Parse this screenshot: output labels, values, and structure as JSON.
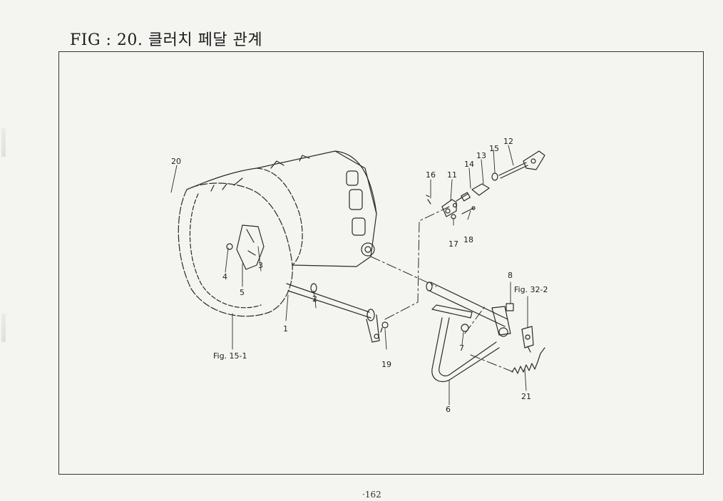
{
  "title": "FIG : 20. 클러치 페달 관계",
  "page_number": "·162",
  "callouts": {
    "c1": "1",
    "c2": "2",
    "c3": "3",
    "c4": "4",
    "c5": "5",
    "c6": "6",
    "c7": "7",
    "c8": "8",
    "c11": "11",
    "c12": "12",
    "c13": "13",
    "c14": "14",
    "c15": "15",
    "c16": "16",
    "c17": "17",
    "c18": "18",
    "c19": "19",
    "c20": "20",
    "c21": "21",
    "fig15": "Fig. 15-1",
    "fig32": "Fig. 32-2"
  }
}
